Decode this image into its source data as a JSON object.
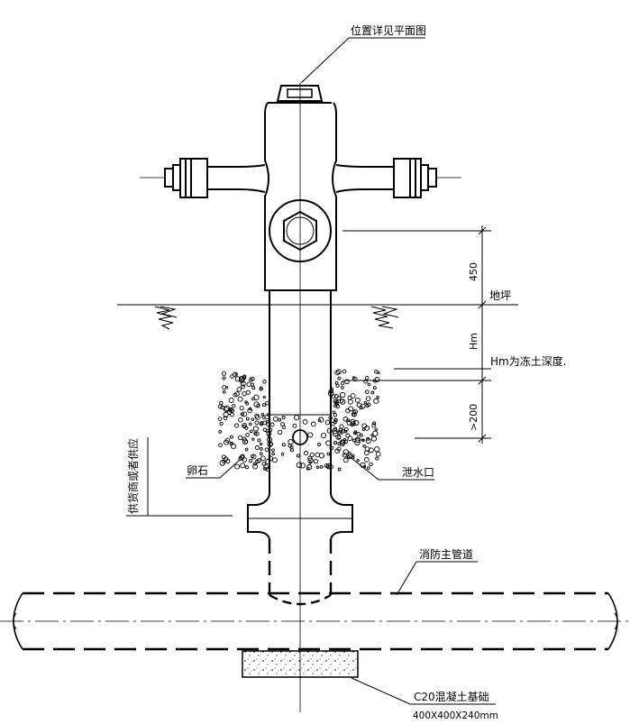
{
  "labels": {
    "position_note": "位置详见平面图",
    "ground": "地坪",
    "frost_depth": "Hm为冻土深度.",
    "gravel": "卵石",
    "drain_outlet": "泄水口",
    "supply_note": "供货商或者供应",
    "fire_main": "消防主管道",
    "foundation": "C20混凝土基础",
    "foundation_size": "400X400X240mm"
  },
  "dimensions": {
    "top": "450",
    "middle": "Hm",
    "bottom": ">200"
  }
}
